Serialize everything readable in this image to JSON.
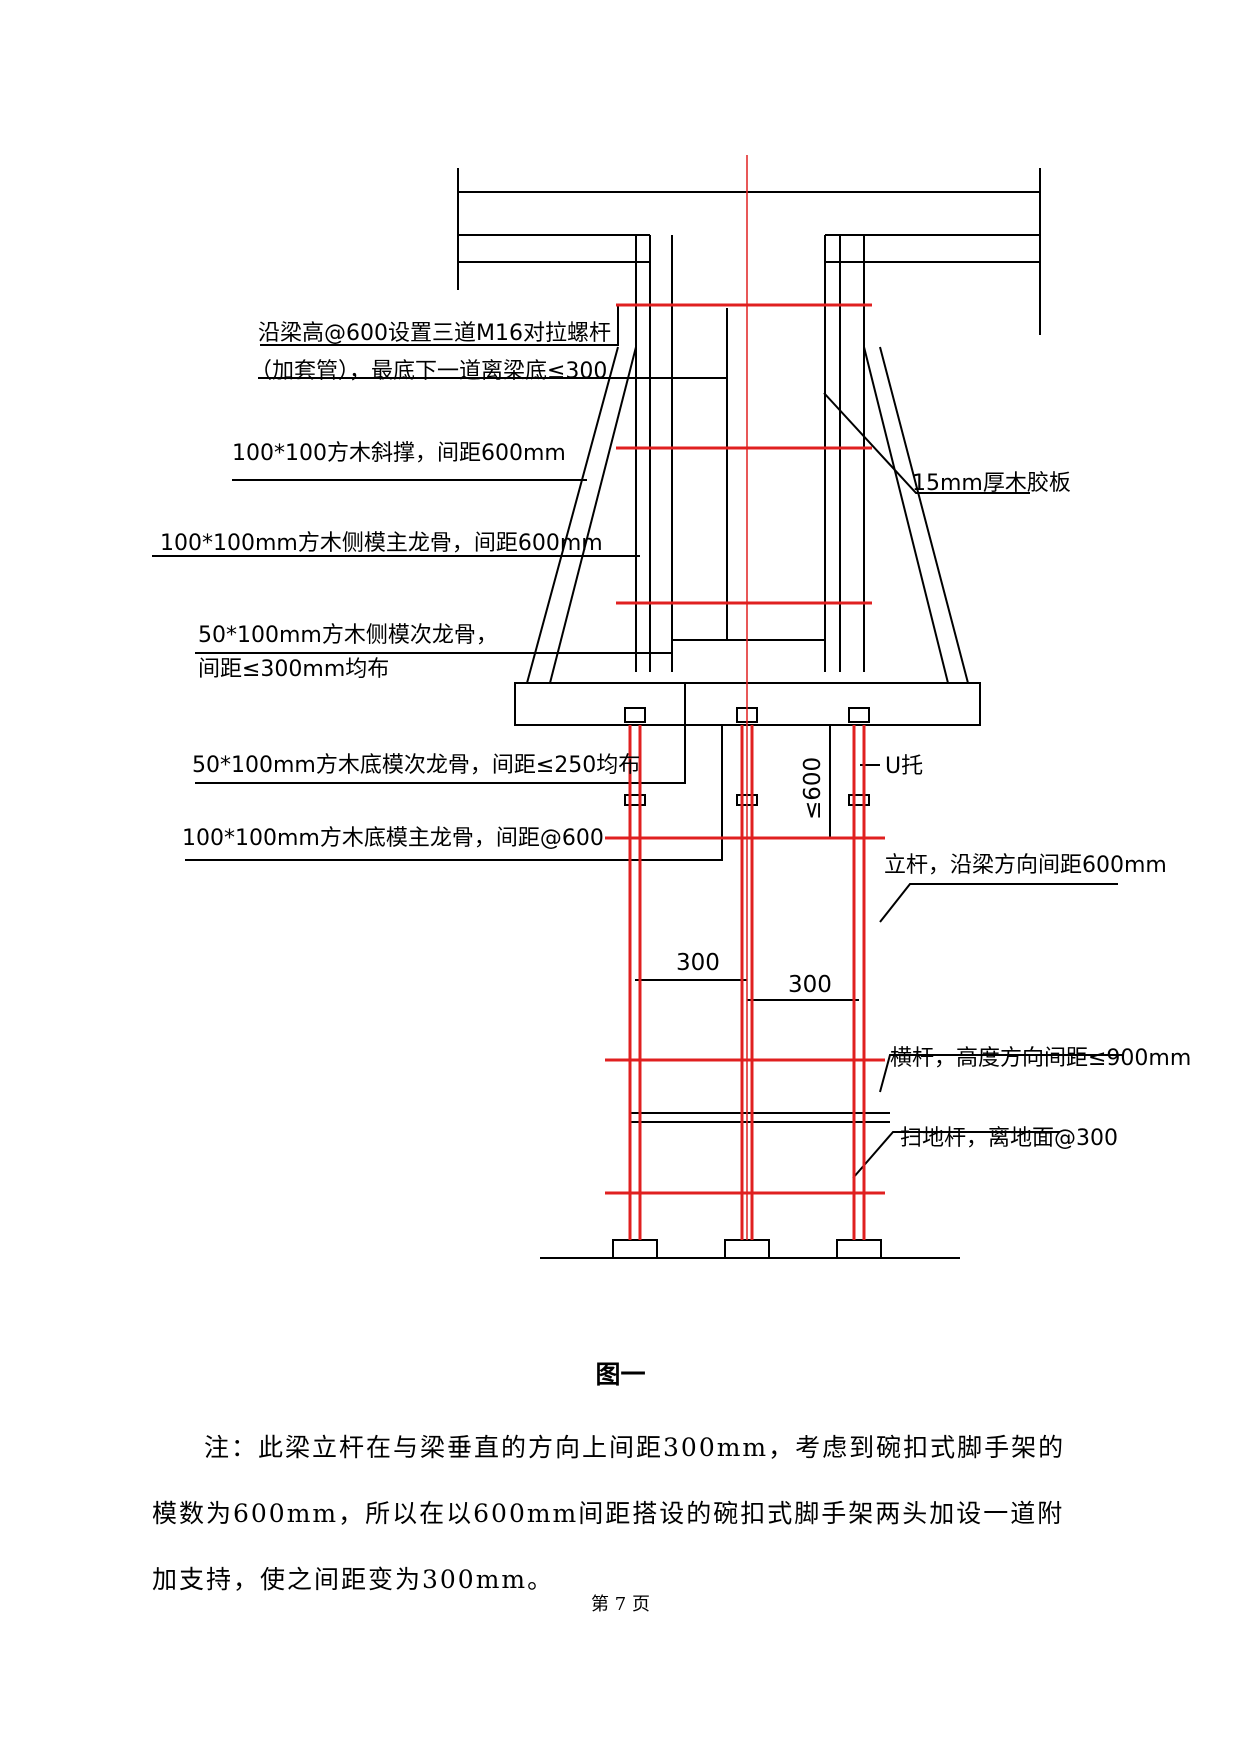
{
  "labels": {
    "tie_rod": "沿梁高@600设置三道M16对拉螺杆",
    "tie_rod_sleeve": "（加套管），最底下一道离梁底≤300",
    "diag_brace": "100*100方木斜撑，间距600mm",
    "side_main_keel": "100*100mm方木侧模主龙骨，间距600mm",
    "side_sec_keel_1": "50*100mm方木侧模次龙骨，",
    "side_sec_keel_2": "间距≤300mm均布",
    "plywood": "15mm厚木胶板",
    "bottom_sec_keel": "50*100mm方木底模次龙骨，间距≤250均布",
    "bottom_main_keel": "100*100mm方木底模主龙骨，间距@600",
    "u_support": "U托",
    "u_support_dim": "≤600",
    "pole": "立杆，沿梁方向间距600mm",
    "ledger": "横杆，高度方向间距≤900mm",
    "sweep_rod": "扫地杆，离地面@300",
    "dim_300_left": "300",
    "dim_300_right": "300"
  },
  "colors": {
    "line": "#000000",
    "center": "#e02020",
    "pole": "#e02020"
  },
  "caption": "图一",
  "note": "注：此梁立杆在与梁垂直的方向上间距300mm，考虑到碗扣式脚手架的模数为600mm，所以在以600mm间距搭设的碗扣式脚手架两头加设一道附加支持，使之间距变为300mm。",
  "footer": "第 7 页"
}
